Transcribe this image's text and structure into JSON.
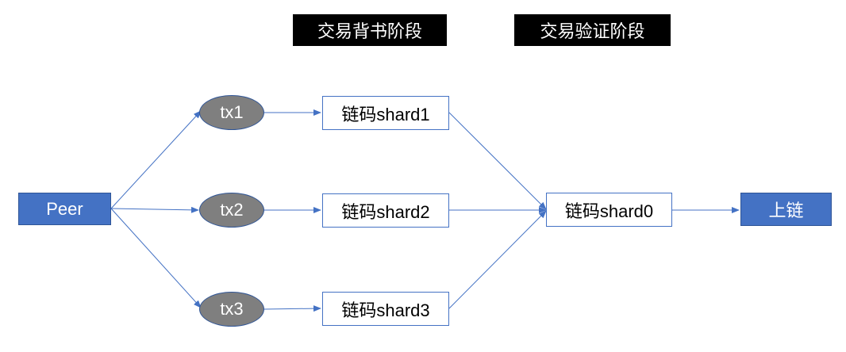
{
  "phases": {
    "endorse": "交易背书阶段",
    "verify": "交易验证阶段"
  },
  "nodes": {
    "peer": "Peer",
    "tx1": "tx1",
    "tx2": "tx2",
    "tx3": "tx3",
    "shard1": "链码shard1",
    "shard2": "链码shard2",
    "shard3": "链码shard3",
    "shard0": "链码shard0",
    "onchain": "上链"
  },
  "colors": {
    "accent": "#4472c4",
    "ellipse": "#7f7f7f",
    "phase_bg": "#000000"
  }
}
